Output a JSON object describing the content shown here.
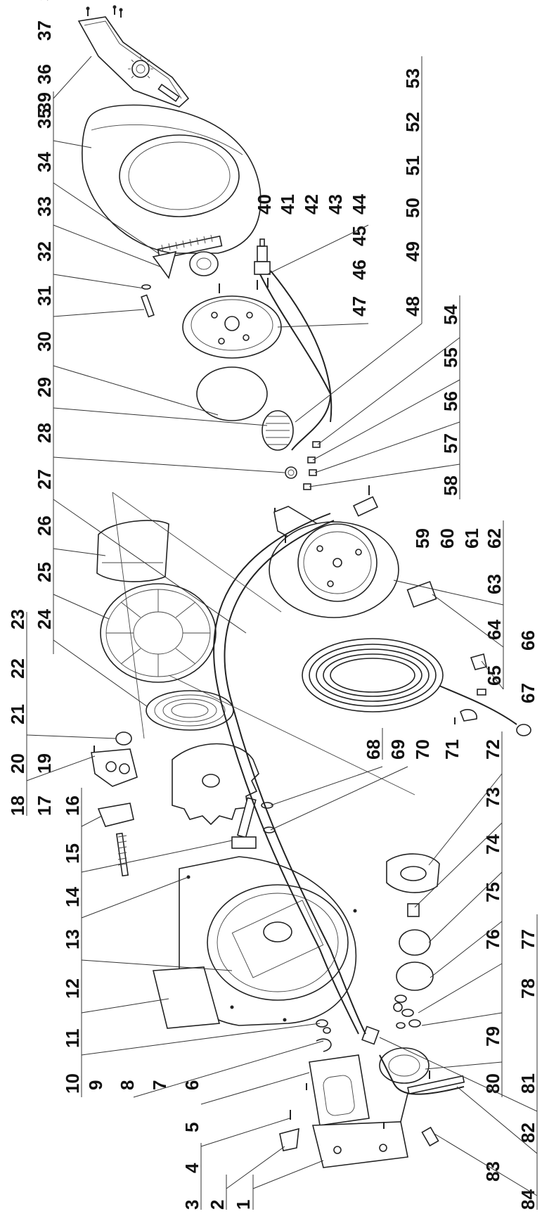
{
  "diagram": {
    "callouts": [
      {
        "id": "1",
        "text": "1"
      },
      {
        "id": "2",
        "text": "2"
      },
      {
        "id": "3",
        "text": "3"
      },
      {
        "id": "4",
        "text": "4"
      },
      {
        "id": "5",
        "text": "5"
      },
      {
        "id": "6",
        "text": "6"
      },
      {
        "id": "7",
        "text": "7"
      },
      {
        "id": "8",
        "text": "8"
      },
      {
        "id": "9",
        "text": "9"
      },
      {
        "id": "10",
        "text": "10"
      },
      {
        "id": "11",
        "text": "11"
      },
      {
        "id": "12",
        "text": "12"
      },
      {
        "id": "13",
        "text": "13"
      },
      {
        "id": "14",
        "text": "14"
      },
      {
        "id": "15",
        "text": "15"
      },
      {
        "id": "16",
        "text": "16"
      },
      {
        "id": "17",
        "text": "17"
      },
      {
        "id": "18",
        "text": "18"
      },
      {
        "id": "19",
        "text": "19"
      },
      {
        "id": "20",
        "text": "20"
      },
      {
        "id": "21",
        "text": "21"
      },
      {
        "id": "22",
        "text": "22"
      },
      {
        "id": "23",
        "text": "23"
      },
      {
        "id": "24",
        "text": "24"
      },
      {
        "id": "25",
        "text": "25"
      },
      {
        "id": "26",
        "text": "26"
      },
      {
        "id": "27",
        "text": "27"
      },
      {
        "id": "28",
        "text": "28"
      },
      {
        "id": "29",
        "text": "29"
      },
      {
        "id": "30",
        "text": "30"
      },
      {
        "id": "31",
        "text": "31"
      },
      {
        "id": "32",
        "text": "32"
      },
      {
        "id": "33",
        "text": "33"
      },
      {
        "id": "34",
        "text": "34"
      },
      {
        "id": "35",
        "text": "35"
      },
      {
        "id": "36",
        "text": "36"
      },
      {
        "id": "37",
        "text": "37"
      },
      {
        "id": "38",
        "text": "38"
      },
      {
        "id": "39",
        "text": "39"
      },
      {
        "id": "40",
        "text": "40"
      },
      {
        "id": "41",
        "text": "41"
      },
      {
        "id": "42",
        "text": "42"
      },
      {
        "id": "43",
        "text": "43"
      },
      {
        "id": "44",
        "text": "44"
      },
      {
        "id": "45",
        "text": "45"
      },
      {
        "id": "46",
        "text": "46"
      },
      {
        "id": "47",
        "text": "47"
      },
      {
        "id": "48",
        "text": "48"
      },
      {
        "id": "49",
        "text": "49"
      },
      {
        "id": "50",
        "text": "50"
      },
      {
        "id": "51",
        "text": "51"
      },
      {
        "id": "52",
        "text": "52"
      },
      {
        "id": "53",
        "text": "53"
      },
      {
        "id": "54",
        "text": "54"
      },
      {
        "id": "55",
        "text": "55"
      },
      {
        "id": "56",
        "text": "56"
      },
      {
        "id": "57",
        "text": "57"
      },
      {
        "id": "58",
        "text": "58"
      },
      {
        "id": "59",
        "text": "59"
      },
      {
        "id": "60",
        "text": "60"
      },
      {
        "id": "61",
        "text": "61"
      },
      {
        "id": "62",
        "text": "62"
      },
      {
        "id": "63",
        "text": "63"
      },
      {
        "id": "64",
        "text": "64"
      },
      {
        "id": "65",
        "text": "65"
      },
      {
        "id": "66",
        "text": "66"
      },
      {
        "id": "67",
        "text": "67"
      },
      {
        "id": "68",
        "text": "68"
      },
      {
        "id": "69",
        "text": "69"
      },
      {
        "id": "70",
        "text": "70"
      },
      {
        "id": "71",
        "text": "71"
      },
      {
        "id": "72",
        "text": "72"
      },
      {
        "id": "73",
        "text": "73"
      },
      {
        "id": "74",
        "text": "74"
      },
      {
        "id": "75",
        "text": "75"
      },
      {
        "id": "76",
        "text": "76"
      },
      {
        "id": "77",
        "text": "77"
      },
      {
        "id": "78",
        "text": "78"
      },
      {
        "id": "79",
        "text": "79"
      },
      {
        "id": "80",
        "text": "80"
      },
      {
        "id": "81",
        "text": "81"
      },
      {
        "id": "82",
        "text": "82"
      },
      {
        "id": "83",
        "text": "83"
      },
      {
        "id": "84",
        "text": "84"
      }
    ]
  }
}
